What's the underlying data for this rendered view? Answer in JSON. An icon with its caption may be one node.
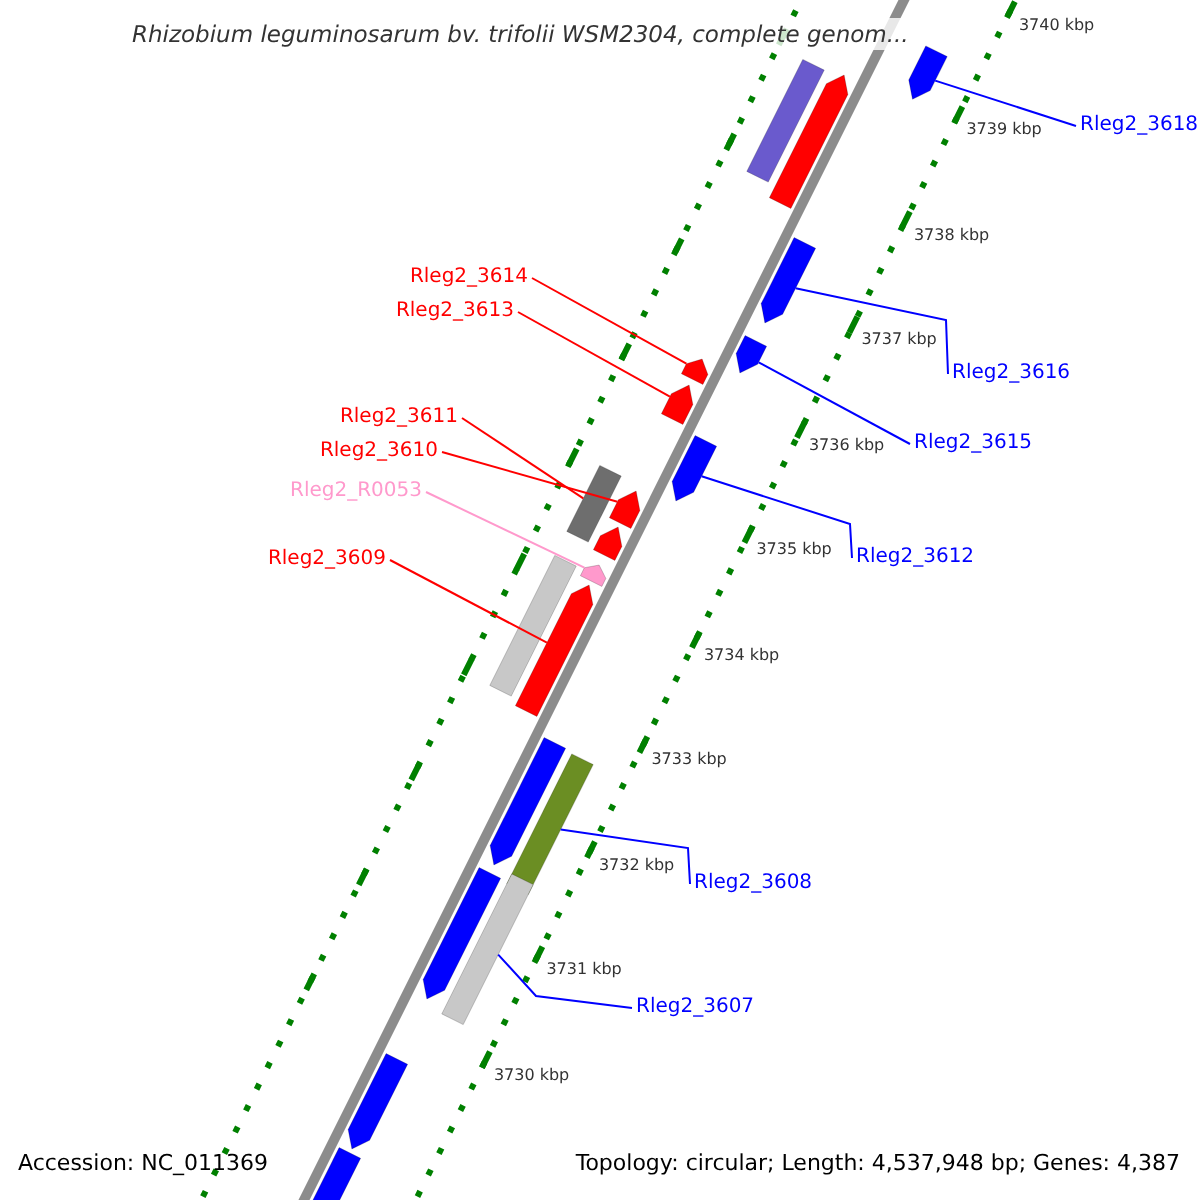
{
  "diagram": {
    "title": "Rhizobium leguminosarum bv. trifolii WSM2304, complete genom...",
    "nodes": [
      {
        "text": [
          "Rleg2_3618"
        ]
      },
      {
        "text": [
          "Rleg2_3614"
        ]
      },
      {
        "text": [
          "Rleg2_3613"
        ]
      },
      {
        "text": [
          "Rleg2_3616"
        ]
      },
      {
        "text": [
          "Rleg2_3611"
        ]
      },
      {
        "text": [
          "Rleg2_3615"
        ]
      },
      {
        "text": [
          "Rleg2_3610"
        ]
      },
      {
        "text": [
          "Rleg2_R0053"
        ]
      },
      {
        "text": [
          "Rleg2_3612"
        ]
      },
      {
        "text": [
          "Rleg2_3609"
        ]
      },
      {
        "text": [
          "Rleg2_3608"
        ]
      },
      {
        "text": [
          "Rleg2_3607"
        ]
      },
      {
        "text": [],
        "shape": "bar"
      },
      {
        "text": [],
        "shape": "bar"
      },
      {
        "text": [],
        "shape": "bar"
      },
      {
        "text": [],
        "shape": "bar"
      },
      {
        "text": [],
        "shape": "bar"
      },
      {
        "text": [],
        "shape": "bar"
      },
      {
        "text": [],
        "shape": "bar"
      },
      {
        "text": [],
        "shape": "bar"
      },
      {
        "text": [],
        "shape": "bar"
      },
      {
        "text": [],
        "shape": "bar"
      },
      {
        "text": [],
        "shape": "bar"
      },
      {
        "text": [],
        "shape": "bar"
      },
      {
        "text": [],
        "shape": "bar"
      },
      {
        "text": [],
        "shape": "bar"
      },
      {
        "text": [],
        "shape": "bar"
      },
      {
        "text": [],
        "shape": "bar"
      },
      {
        "text": [],
        "shape": "bar"
      },
      {
        "text": [],
        "shape": "bar"
      },
      {
        "text": [],
        "shape": "bar"
      },
      {
        "text": [],
        "shape": "bar"
      }
    ],
    "edges": [
      {
        "from": 0,
        "to": 12,
        "arrow": "none"
      },
      {
        "from": 1,
        "to": 18,
        "arrow": "none",
        "color": "#ff0000"
      },
      {
        "from": 2,
        "to": 19,
        "arrow": "none",
        "color": "#ff0000"
      },
      {
        "from": 3,
        "to": 15,
        "arrow": "none"
      },
      {
        "from": 4,
        "to": 20,
        "arrow": "none",
        "color": "#ff0000"
      },
      {
        "from": 5,
        "to": 16,
        "arrow": "none"
      },
      {
        "from": 6,
        "to": 21,
        "arrow": "none",
        "color": "#ff0000"
      },
      {
        "from": 7,
        "to": 23,
        "arrow": "none",
        "color": "#ff99cc"
      },
      {
        "from": 8,
        "to": 17,
        "arrow": "none"
      },
      {
        "from": 9,
        "to": 25,
        "arrow": "none",
        "color": "#ff0000"
      },
      {
        "from": 10,
        "to": 27,
        "arrow": "none"
      },
      {
        "from": 11,
        "to": 29,
        "arrow": "none"
      }
    ],
    "labels": [
      "3740 kbp",
      "3739 kbp",
      "3738 kbp",
      "3737 kbp",
      "3736 kbp",
      "3735 kbp",
      "3734 kbp",
      "3733 kbp",
      "3732 kbp",
      "3731 kbp",
      "3730 kbp",
      "Accession: NC_011369",
      "Topology: circular; Length: 4,537,948 bp; Genes: 4,387"
    ]
  }
}
